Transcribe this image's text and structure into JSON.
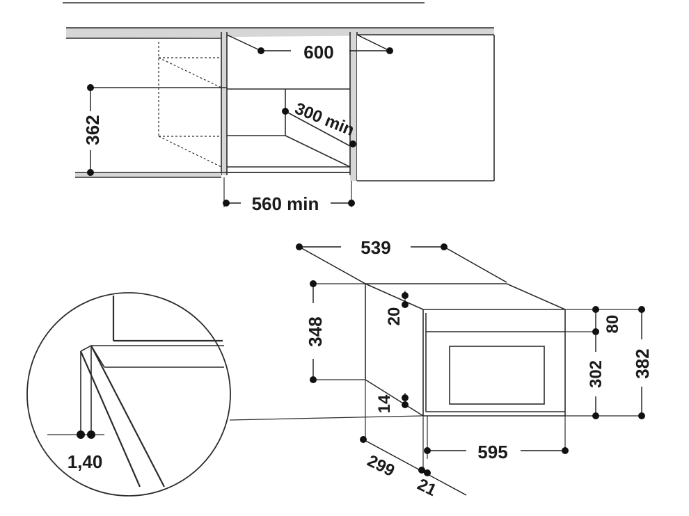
{
  "cabinet_view": {
    "width_label": "600",
    "depth_label": "300 min",
    "height_label": "362",
    "opening_label": "560 min"
  },
  "appliance_view": {
    "depth_label": "539",
    "side_height_label": "348",
    "top_offset_label": "20",
    "bottom_offset_label": "14",
    "panel_top_label": "80",
    "front_height_label": "302",
    "total_height_label": "382",
    "width_label": "595",
    "side_depth_label": "299",
    "front_depth_label": "21"
  },
  "detail_view": {
    "gap_label": "1,40"
  }
}
